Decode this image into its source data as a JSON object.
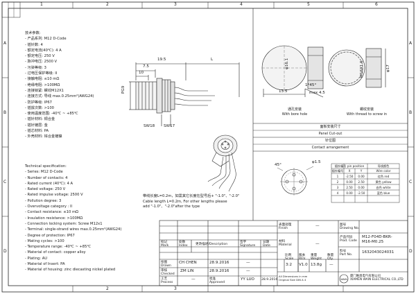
{
  "frame": {
    "columns": [
      "1",
      "2",
      "3",
      "4",
      "5",
      "6"
    ],
    "rows": [
      "A",
      "B",
      "C",
      "D"
    ]
  },
  "spec_cn": {
    "title": "技术参数:",
    "lines": [
      "- 产品系列: M12 D-Code",
      "- 插针数: 4",
      "- 额定电流(40℃): 4 A",
      "- 额定电压: 250 V",
      "- 脉冲电压: 2500 V",
      "- 污染等级: 3",
      "- 过电压保护等级: II",
      "- 接触电阻: ≤10 mΩ",
      "- 绝缘电阻: >100MΩ",
      "- 连接锁紧: 螺纹M12X1",
      "- 连接方式: 导线 max.0.25mm²(AWG24)",
      "- 防护等级: IP67",
      "- 插拔次数: >100",
      "- 使用温度范围: -40℃ ~ +85℃",
      "- 插针材料: 铜合金",
      "- 插针镀层: 金",
      "- 插芯材料: PA",
      "- 外壳材料: 锌合金镀镍"
    ]
  },
  "spec_en": {
    "title": "Technical specification:",
    "lines": [
      "- Series: M12 D-Code",
      "- Number of contacts: 4",
      "- Rated current (40℃): 4 A",
      "- Rated voltage: 250 V",
      "- Rated impulse voltage: 2500 V",
      "- Pollution degree: 3",
      "- Overvoltage category : II",
      "- Contact resistance: ≤10 mΩ",
      "- Insulation resistance: >100MΩ",
      "- Connection locking system: Screw M12x1",
      "- Terminal: single-strand wires max.0.25mm²(AWG24)",
      "- Degree of protection: IP67",
      "- Mating cycles: >100",
      "- Temperature range: -40℃ ~ +85℃",
      "- Material of contact: copper alloy",
      "- Plating: AU",
      "- Material of Insert: PA",
      "- Material of housing: zinc diecasting nickel plated"
    ]
  },
  "dimensions": {
    "d19_5": "19.5",
    "d7_5": "7.5",
    "d10": "10",
    "dL": "L",
    "pg9": "PG9",
    "sw18": "SW18",
    "sw17": "SW17",
    "d16_1": "φ16.1",
    "d13_5": "13.5",
    "chamfer": "1*45°",
    "max45": "max 4.5",
    "m16": "M16X1.5",
    "d17": "φ17"
  },
  "panel": {
    "caption_bore_cn": "通孔安装",
    "caption_bore_en": "With bore hole",
    "caption_thread_cn": "螺纹安装",
    "caption_thread_en": "With thread to screw in",
    "cutout_cn": "面板安装尺寸",
    "cutout_en": "Panel Cut-out"
  },
  "arrangement": {
    "title_cn": "针位图",
    "title_en": "Contact arrangement",
    "ang": "45°",
    "dia": "φ1.5",
    "table_header_cn": "插针编号",
    "table_header_en": "pin position",
    "color_header_cn": "导线颜色",
    "color_header_en": "Wire color",
    "sub_pin": "插针编号",
    "sub_x": "X",
    "sub_y": "Y",
    "rows": [
      {
        "pin": "1",
        "x": "-2.50",
        "y": "0.00",
        "cn": "红色",
        "en": "red"
      },
      {
        "pin": "2",
        "x": "0.00",
        "y": "2.50",
        "cn": "黄色",
        "en": "yellow"
      },
      {
        "pin": "3",
        "x": "2.50",
        "y": "0.00",
        "cn": "白色",
        "en": "white"
      },
      {
        "pin": "4",
        "x": "0.00",
        "y": "-2.50",
        "cn": "蓝色",
        "en": "blue"
      }
    ]
  },
  "cable_note": {
    "cn": "带线长度L=0.2m，如需其它长度在型号后+ \"-1.0\"、\"-2.0\"",
    "en1": "Cable length L=0.2m, For other lengths please",
    "en2": "add \"-1.0\"、\"-2.0\"after the type"
  },
  "titleblock": {
    "finish_cn": "表面处理",
    "finish_en": "Finish",
    "finish_val": "—",
    "material_cn": "材料",
    "material_en": "Material",
    "material_val": "—",
    "scale_cn": "比例",
    "scale_en": "Scale",
    "scale_val": "3:2",
    "rev_cn": "版本",
    "rev_en": "REV.",
    "rev_val": "V1.0",
    "weight_cn": "重量",
    "weight_en": "Weight",
    "weight_val": "13.8g",
    "qty_cn": "数量",
    "qty_en": "Qty.",
    "qty_val": "—",
    "drawing_no_cn": "图号",
    "drawing_no_en": "Drawing No.",
    "drawing_no_val": "",
    "prod_code_cn": "产品代码",
    "prod_code_en": "Prod. Code",
    "prod_code_val1": "M12-F04D-BKR-",
    "prod_code_val2": "M16-M0.25",
    "part_no_cn": "料号",
    "part_no_en": "Part No.",
    "part_no_val": "1632043024031",
    "mark_cn": "标记",
    "mark_en": "Mark",
    "index_cn": "处数",
    "index_en": "Index",
    "desc_cn": "更改描述",
    "desc_en": "Description",
    "sign_cn": "签字",
    "sign_en": "Signature",
    "date_cn": "日期",
    "date_en": "Date",
    "drawn_cn": "绘图",
    "drawn_en": "Drawn",
    "drawn_name": "CH CHEN",
    "drawn_date": "28.9.2016",
    "checked_cn": "审核",
    "checked_en": "Checked",
    "checked_name": "ZM LIN",
    "checked_date": "28.9.2016",
    "process_cn": "工艺",
    "process_en": "Process",
    "process_val": "—",
    "approved_cn": "批准",
    "approved_en": "Approved",
    "approved_name": "YY LUO",
    "approved_date": "28.9.2016",
    "dim_note1": "All Dimensions in mm",
    "dim_note2": "Original Size DIN A 4",
    "company_cn": "厦门唯恩电气有限公司",
    "company_en": "XIAMEN WAIN ELECTRICAL CO.,LTD",
    "logo_text": "WAIN"
  }
}
